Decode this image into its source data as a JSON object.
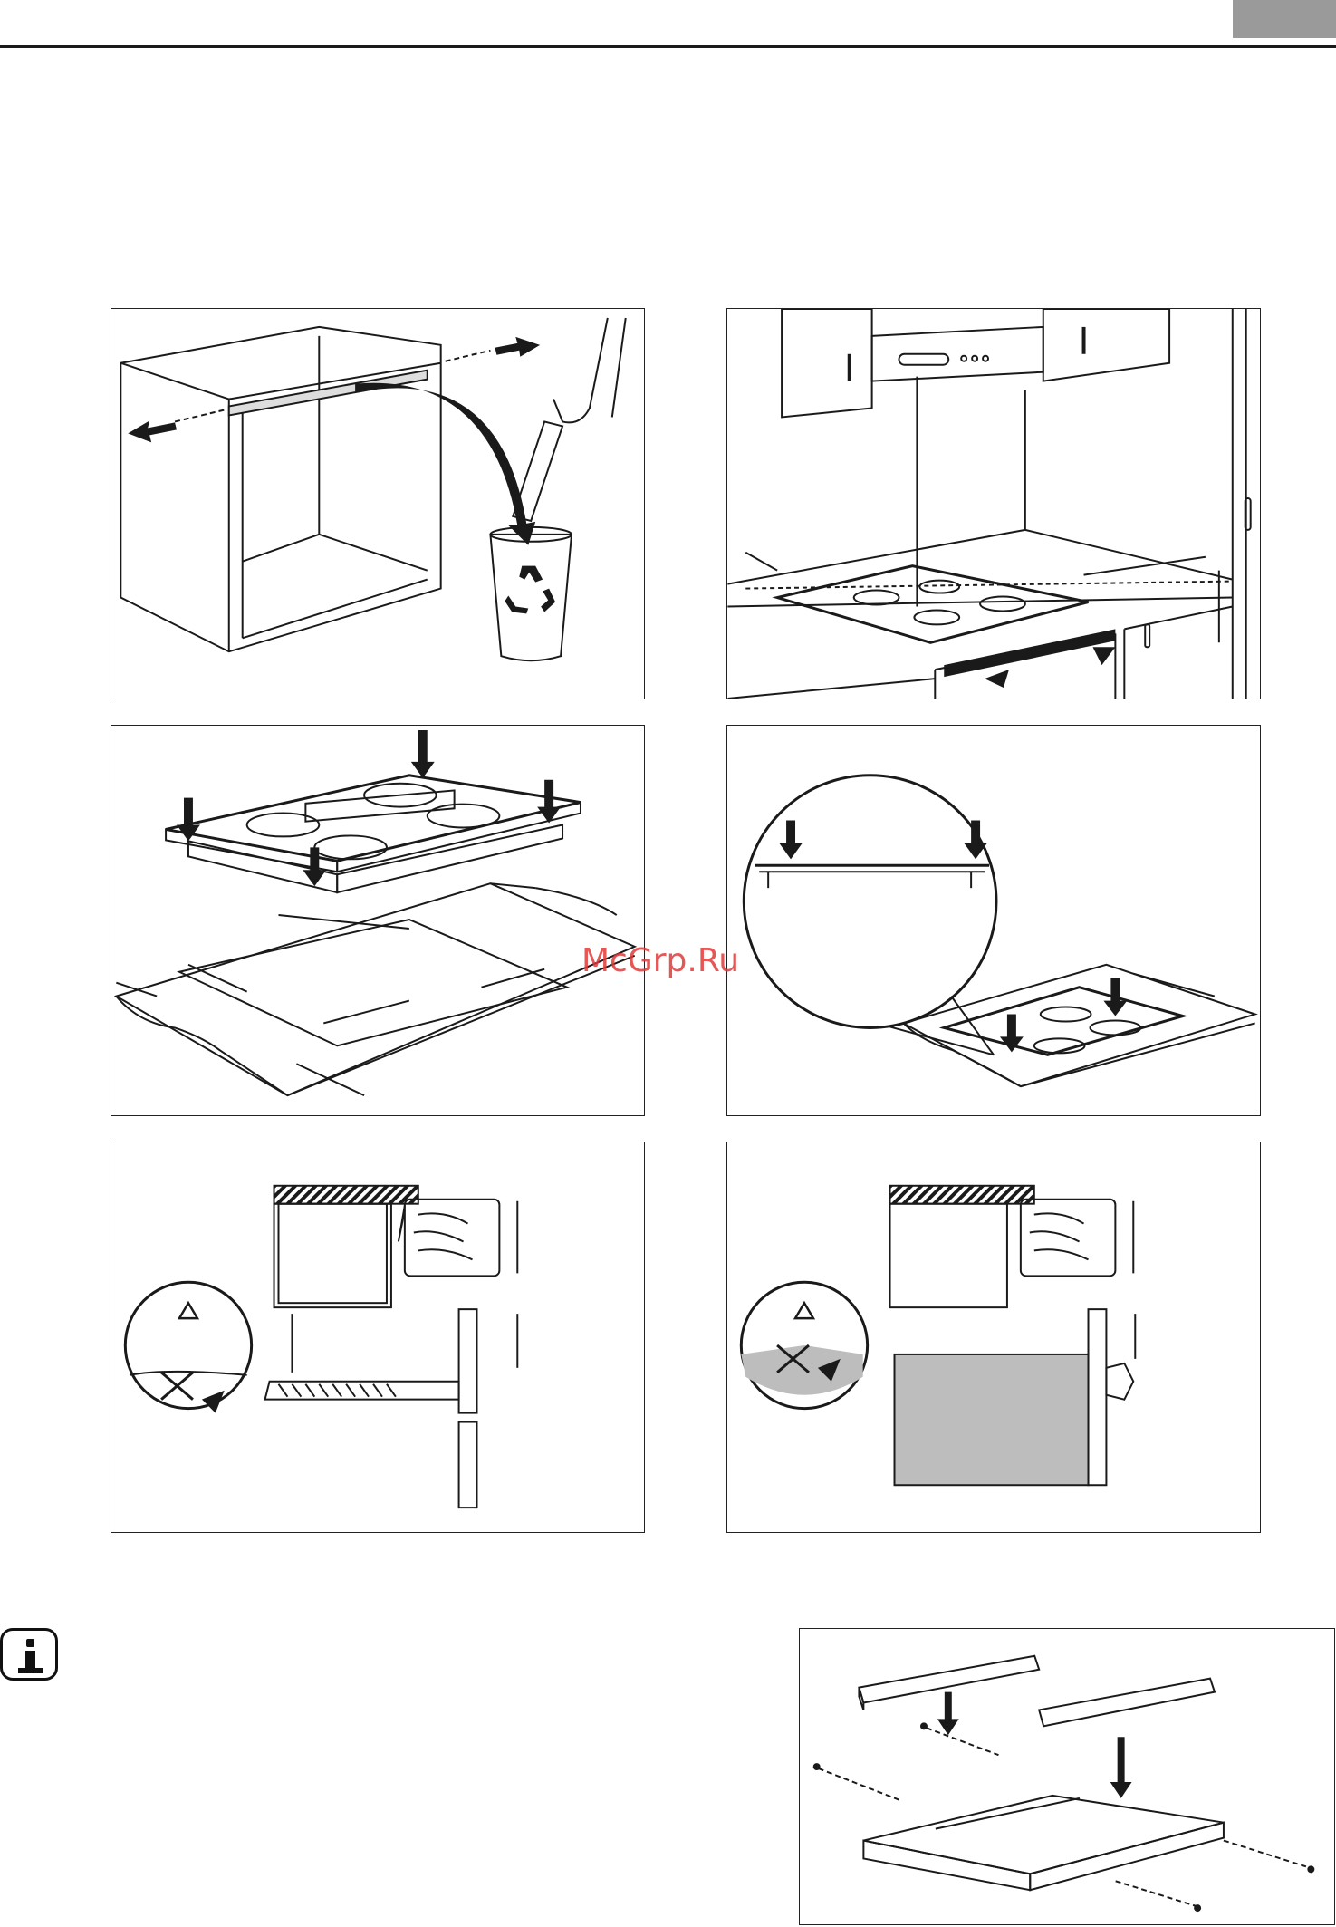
{
  "page": {
    "watermark": "McGrp.Ru"
  },
  "figures": [
    {
      "id": "cabinet-remove-crossbar",
      "icon": "recycle-icon"
    },
    {
      "id": "hob-clearances"
    },
    {
      "id": "hob-seal-cutout"
    },
    {
      "id": "hob-press-detail"
    },
    {
      "id": "oven-below-drawer-warning",
      "icon": "warning-icon"
    },
    {
      "id": "oven-below-oven-warning",
      "icon": "warning-icon"
    },
    {
      "id": "mounting-brackets"
    }
  ],
  "colors": {
    "line": "#1a1a1a",
    "tab": "#9a9a9a",
    "fill_gray": "#bdbdbd",
    "watermark": "#e03a3a"
  },
  "icons": [
    "info-icon",
    "recycle-icon",
    "warning-icon",
    "arrow-icon"
  ]
}
